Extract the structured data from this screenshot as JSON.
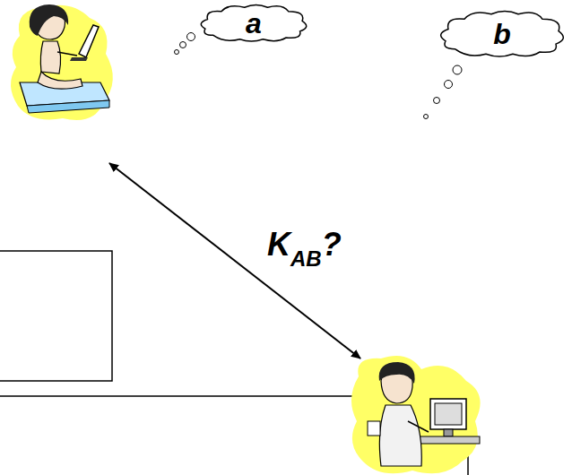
{
  "diagram": {
    "nodes": [
      {
        "text": [
          "a"
        ]
      },
      {
        "text": [
          "b"
        ]
      }
    ],
    "labels": [
      "K",
      "AB",
      "?"
    ]
  }
}
